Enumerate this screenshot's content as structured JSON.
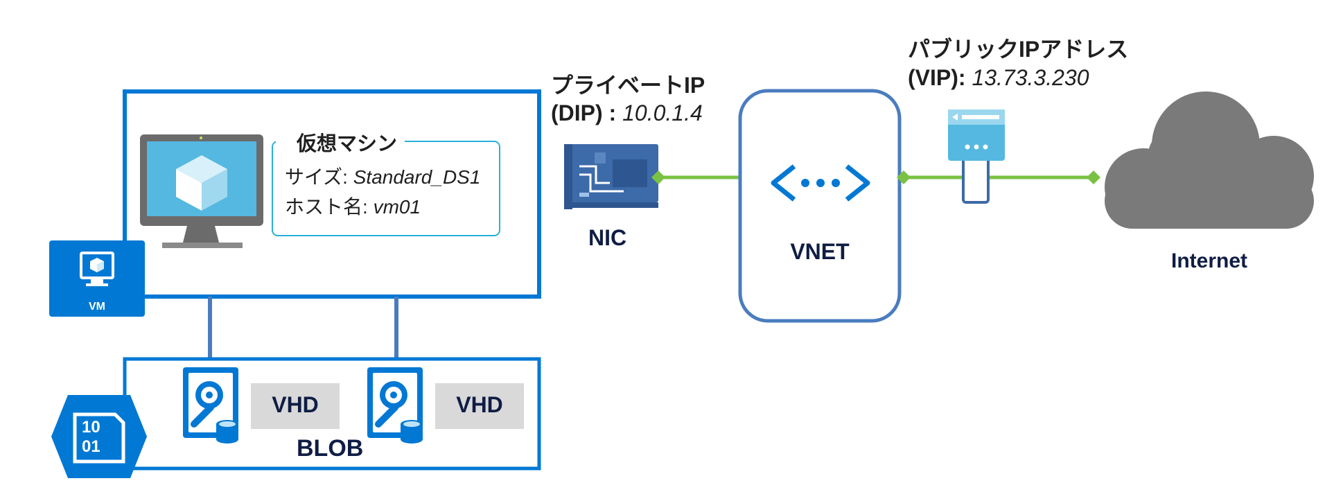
{
  "vm_box": {
    "title": "仮想マシン",
    "size_label": "サイズ:",
    "size_value": "Standard_DS1",
    "host_label": "ホスト名:",
    "host_value": "vm01",
    "badge_label": "VM"
  },
  "storage": {
    "label": "BLOB",
    "disks": [
      {
        "label": "VHD"
      },
      {
        "label": "VHD"
      }
    ],
    "icon_text_top": "10",
    "icon_text_bottom": "01"
  },
  "nic": {
    "label": "NIC",
    "private_ip_title": "プライベートIP",
    "private_ip_label": "(DIP) :",
    "private_ip_value": "10.0.1.4"
  },
  "vnet": {
    "label": "VNET"
  },
  "public_ip": {
    "title": "パブリックIPアドレス",
    "label": "(VIP):",
    "value": "13.73.3.230"
  },
  "internet": {
    "label": "Internet"
  },
  "colors": {
    "azure_blue": "#0078d4",
    "connector_green": "#7ac143",
    "vnet_border": "#4a7cbf",
    "cloud_gray": "#7a7a7a",
    "vhd_fill": "#d9d9d9",
    "text_dark": "#0f1d44"
  }
}
